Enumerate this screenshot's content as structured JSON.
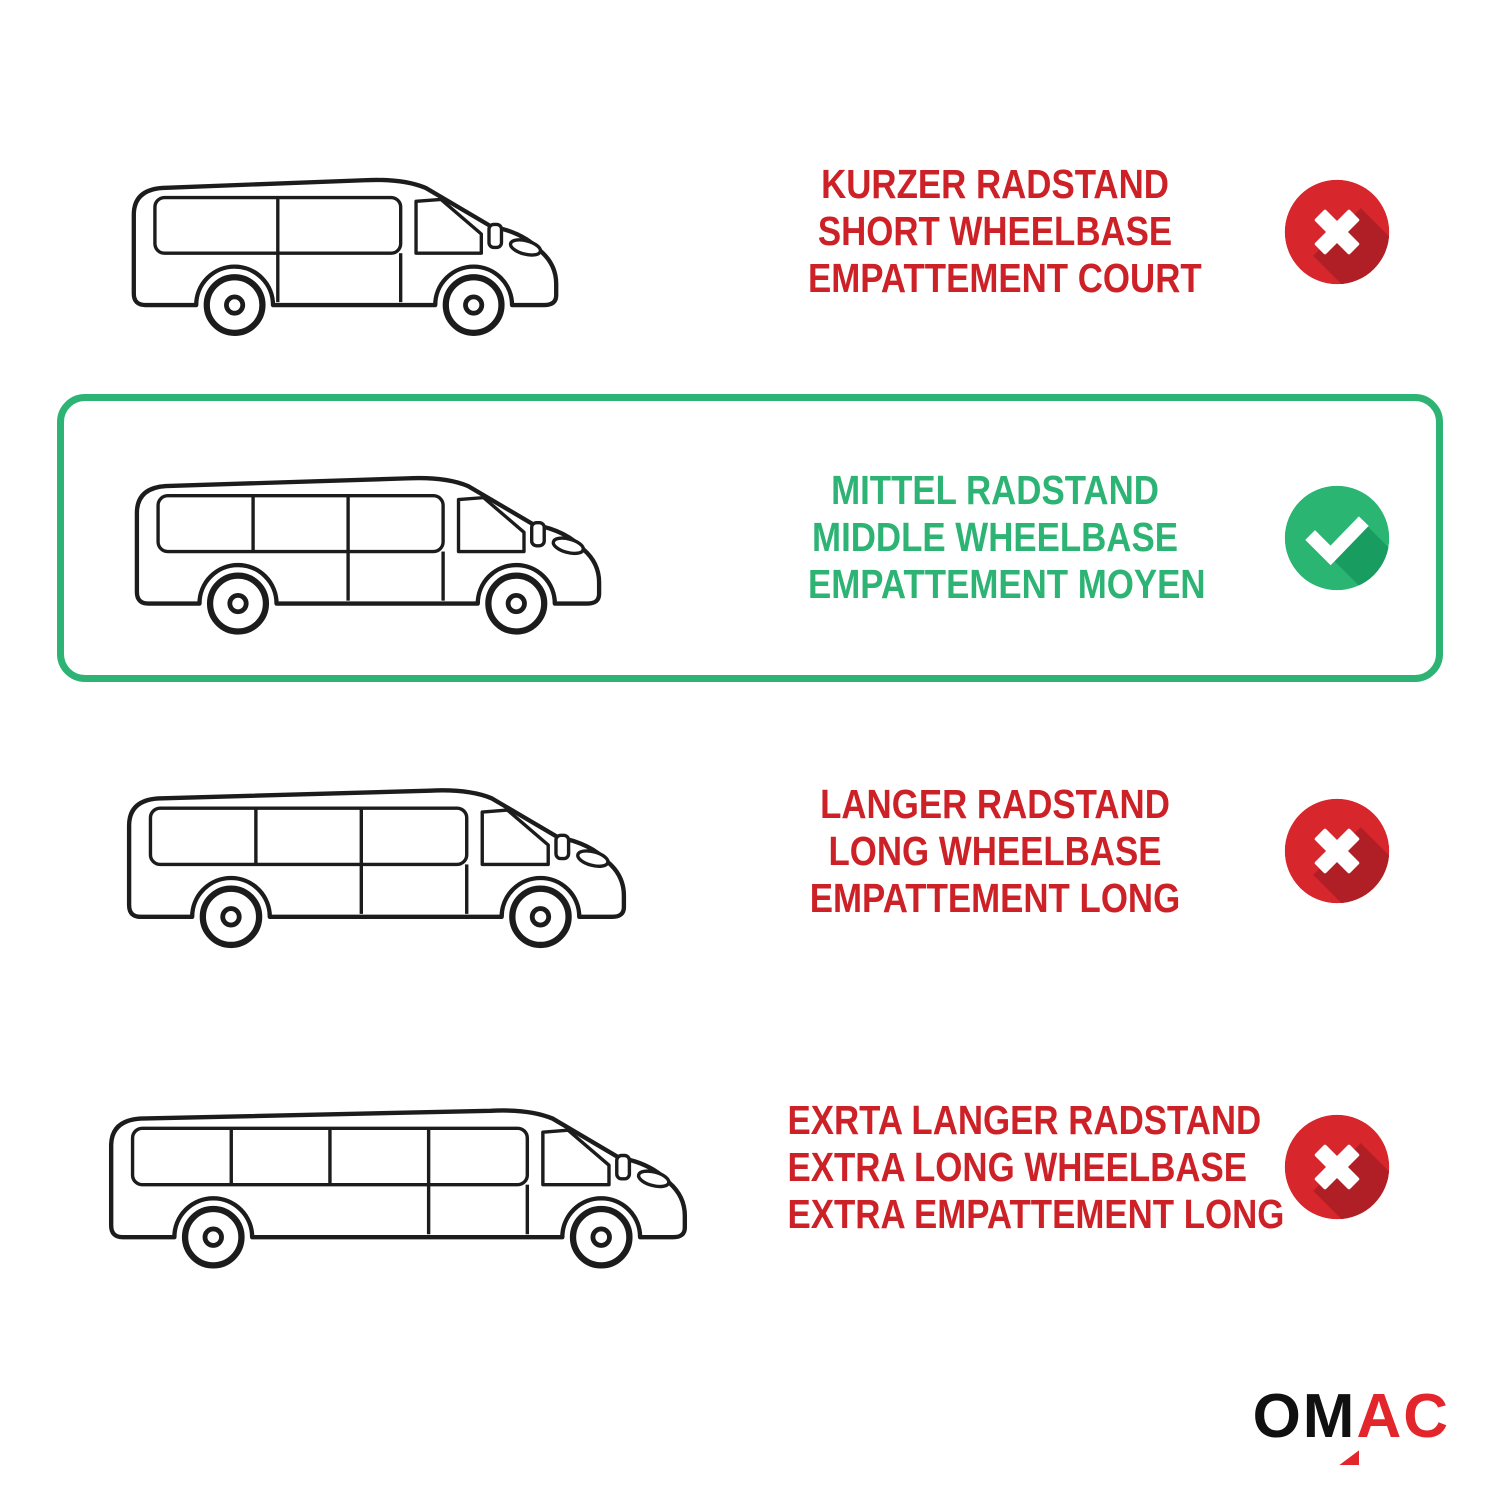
{
  "page": {
    "background": "#ffffff"
  },
  "colors": {
    "accent_red": "#d8262d",
    "accent_red_shadow": "#b01f26",
    "accent_green": "#2ab573",
    "accent_green_shadow": "#189c60",
    "text_red": "#cd2128",
    "text_green": "#2db474",
    "highlight_border_green": "#2db474",
    "line_art": "#1c1c1c",
    "logo_black": "#101010",
    "logo_red": "#e2262c"
  },
  "rows": [
    {
      "id": "short-wheelbase",
      "lines": [
        "KURZER RADSTAND",
        "SHORT WHEELBASE",
        "EMPATTEMENT COURT"
      ],
      "status": "not-compatible",
      "icon": "cross-icon",
      "highlighted": false
    },
    {
      "id": "middle-wheelbase",
      "lines": [
        "MITTEL RADSTAND",
        "MIDDLE WHEELBASE",
        "EMPATTEMENT MOYEN"
      ],
      "status": "compatible",
      "icon": "check-icon",
      "highlighted": true
    },
    {
      "id": "long-wheelbase",
      "lines": [
        "LANGER RADSTAND",
        "LONG WHEELBASE",
        "EMPATTEMENT LONG"
      ],
      "status": "not-compatible",
      "icon": "cross-icon",
      "highlighted": false
    },
    {
      "id": "extra-long-wheelbase",
      "lines": [
        "EXRTA LANGER RADSTAND",
        "EXTRA LONG WHEELBASE",
        "EXTRA EMPATTEMENT LONG"
      ],
      "status": "not-compatible",
      "icon": "cross-icon",
      "highlighted": false
    }
  ],
  "logo": {
    "black": "OM",
    "red": "AC"
  }
}
